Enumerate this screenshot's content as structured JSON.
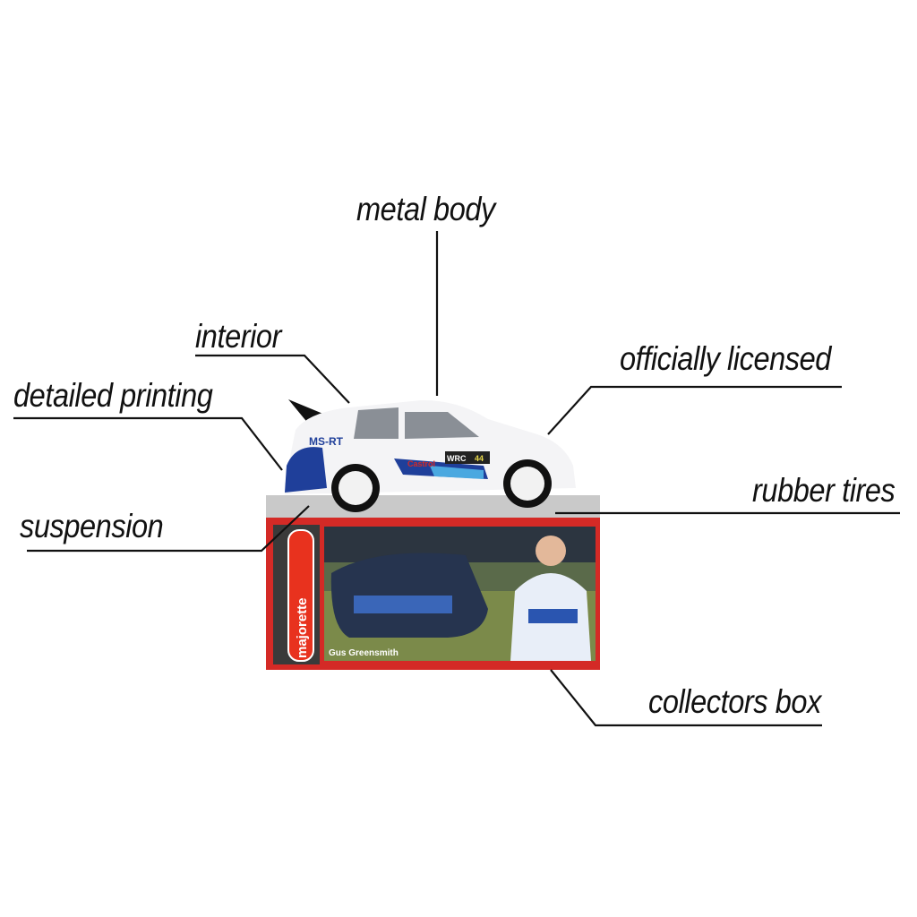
{
  "callouts": {
    "metal_body": "metal body",
    "interior": "interior",
    "detailed_printing": "detailed printing",
    "officially_licensed": "officially licensed",
    "rubber_tires": "rubber tires",
    "suspension": "suspension",
    "collectors_box": "collectors box"
  },
  "product": {
    "brand": "majorette",
    "driver_name": "Gus Greensmith",
    "car_livery": "MS-RT",
    "sponsor": "Castrol",
    "wrc_plate": "WRC",
    "car_number": "44"
  },
  "colors": {
    "box_red": "#d42a26",
    "livery_blue": "#1f3f9a",
    "light_blue": "#4aa8e0"
  }
}
